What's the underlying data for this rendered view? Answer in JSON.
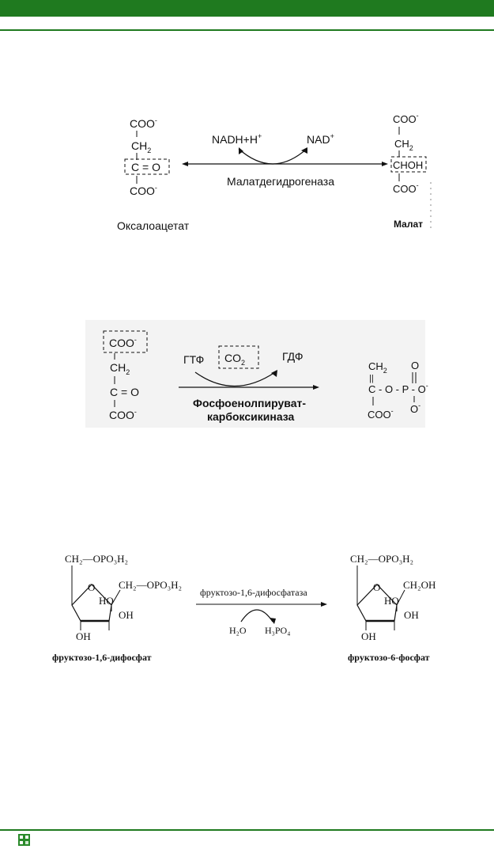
{
  "reaction1": {
    "oxaloacetate": {
      "l1": "COO",
      "l2": "CH",
      "l3": "C = O",
      "l4": "COO",
      "sub2": "2",
      "sup": "-"
    },
    "malate": {
      "l1": "COO",
      "l2": "CH",
      "l3": "CHOH",
      "l4": "COO",
      "sub2": "2",
      "sup": "-"
    },
    "cofactor_in": "NADH+H",
    "cofactor_out": "NAD",
    "plus": "+",
    "enzyme": "Малатдегидрогеназа",
    "label_left": "Оксалоацетат",
    "label_right": "Малат"
  },
  "reaction2": {
    "substrate": {
      "l1": "COO",
      "l2": "CH",
      "sub2": "2",
      "l3": "C = O",
      "l4": "COO",
      "sup": "-"
    },
    "gtp": "ГТФ",
    "co2": "CO",
    "co2_sub": "2",
    "gdp": "ГДФ",
    "enzyme_line1": "Фосфоенолпируват-",
    "enzyme_line2": "карбоксикиназа",
    "product": {
      "ch2": "CH",
      "sub2": "2",
      "dbl": "||",
      "c_o_p": "C - O - P - O",
      "o_top": "O",
      "o_bot": "O",
      "coo": "COO",
      "sup": "-"
    }
  },
  "reaction3": {
    "left_top": "CH₂—OPO₃H₂",
    "left_right": "CH₂—OPO₃H₂",
    "ring_o": "O",
    "ho": "HO",
    "oh1": "OH",
    "oh2": "OH",
    "enzyme": "фруктозо-1,6-дифосфатаза",
    "h2o": "H₂O",
    "h3po4": "H₃PO₄",
    "label_left": "фруктозо-1,6-дифосфат",
    "right_top": "CH₂—OPO₃H₂",
    "right_ch2oh": "CH₂OH",
    "label_right": "фруктозо-6-фосфат"
  },
  "colors": {
    "accent": "#1f7a1f"
  }
}
